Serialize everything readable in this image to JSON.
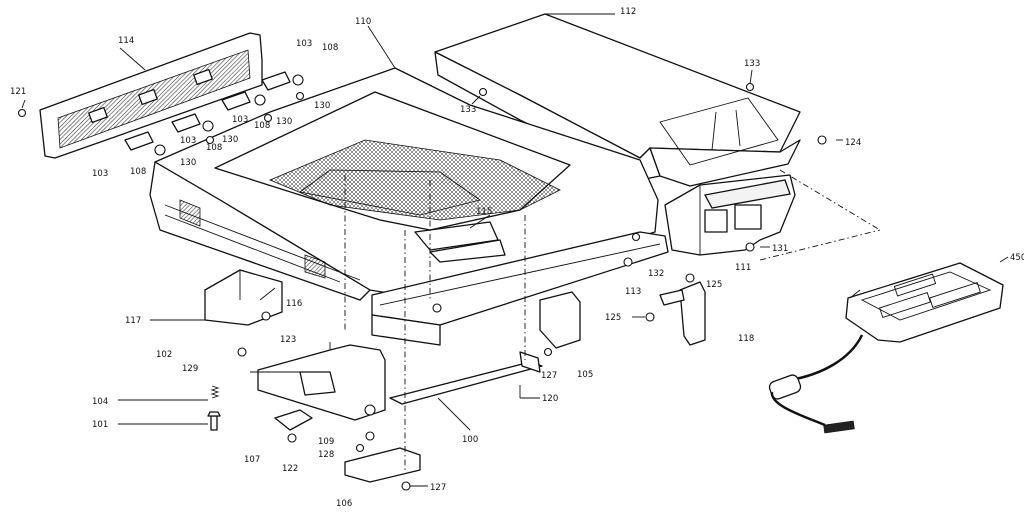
{
  "callouts": {
    "c100": "100",
    "c101": "101",
    "c102": "102",
    "c103a": "103",
    "c103b": "103",
    "c103c": "103",
    "c103d": "103",
    "c104": "104",
    "c105": "105",
    "c106": "106",
    "c107": "107",
    "c108a": "108",
    "c108b": "108",
    "c108c": "108",
    "c108d": "108",
    "c109": "109",
    "c110": "110",
    "c111": "111",
    "c112": "112",
    "c113": "113",
    "c114": "114",
    "c115": "115",
    "c116": "116",
    "c117": "117",
    "c118": "118",
    "c120": "120",
    "c121": "121",
    "c122": "122",
    "c123": "123",
    "c124": "124",
    "c125a": "125",
    "c125b": "125",
    "c127a": "127",
    "c127b": "127",
    "c128": "128",
    "c129": "129",
    "c130a": "130",
    "c130b": "130",
    "c130c": "130",
    "c130d": "130",
    "c131": "131",
    "c132": "132",
    "c133a": "133",
    "c133b": "133",
    "c450": "450"
  }
}
